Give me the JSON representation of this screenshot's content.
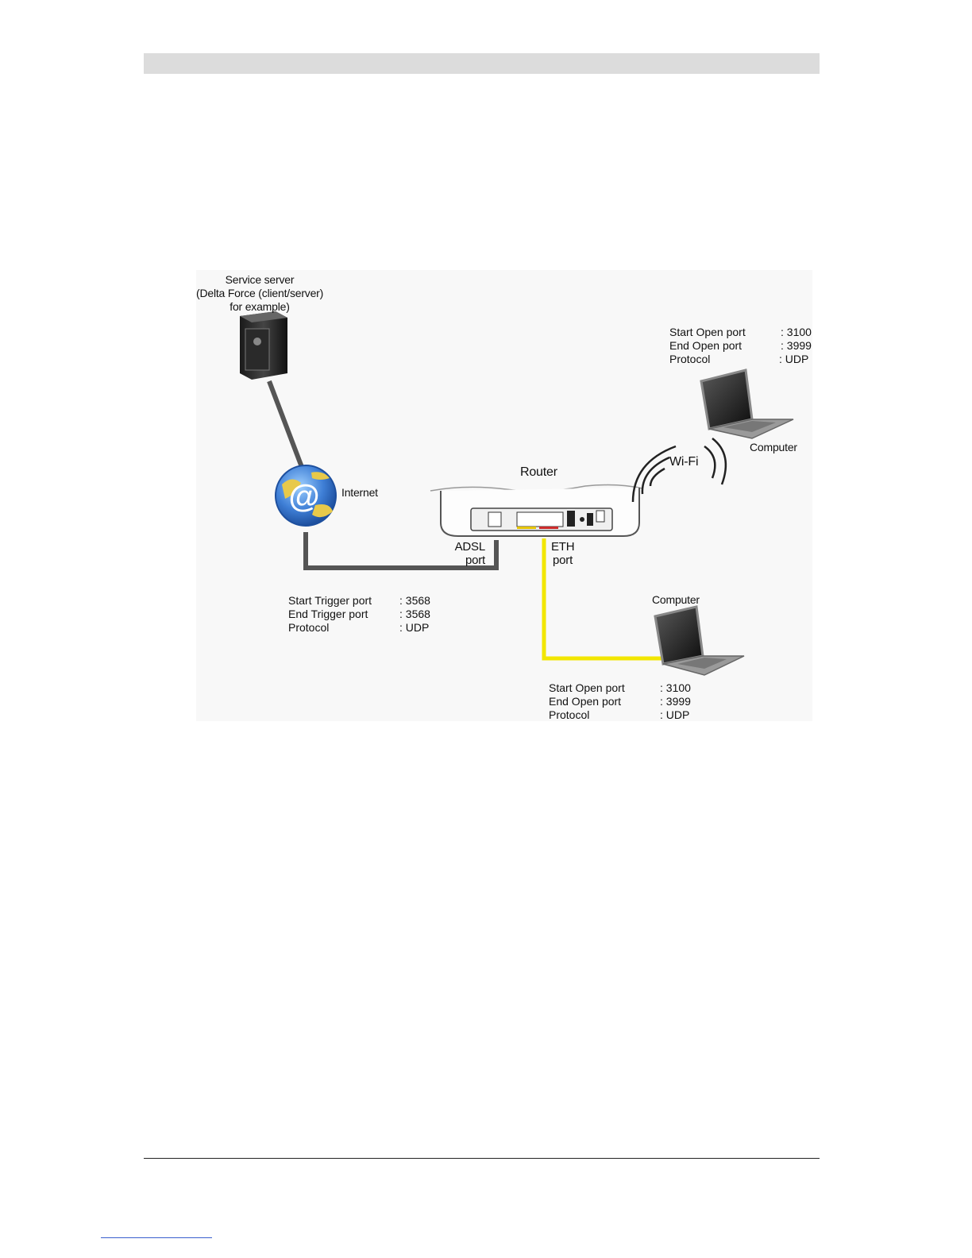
{
  "diagram": {
    "server_label": [
      "Service server",
      "(Delta Force (client/server)",
      "for example)"
    ],
    "internet_label": "Internet",
    "router_label": "Router",
    "wifi_label": "Wi-Fi",
    "computer_wifi_label": "Computer",
    "computer_eth_label": "Computer",
    "adsl_label": [
      "ADSL",
      "port"
    ],
    "eth_label": [
      "ETH",
      "port"
    ],
    "wifi_settings": [
      {
        "key": "Start Open port",
        "value": ": 3100"
      },
      {
        "key": "End Open port",
        "value": ": 3999"
      },
      {
        "key": "Protocol",
        "value": ": UDP"
      }
    ],
    "trigger_settings": [
      {
        "key": "Start Trigger port",
        "value": ": 3568"
      },
      {
        "key": "End Trigger port",
        "value": ": 3568"
      },
      {
        "key": "Protocol",
        "value": ": UDP"
      }
    ],
    "eth_settings": [
      {
        "key": "Start Open port",
        "value": ": 3100"
      },
      {
        "key": "End Open port",
        "value": ": 3999"
      },
      {
        "key": "Protocol",
        "value": ": UDP"
      }
    ],
    "colors": {
      "adsl_cable": "#555555",
      "eth_cable": "#f2e600",
      "globe": "#3f7fd6"
    }
  }
}
